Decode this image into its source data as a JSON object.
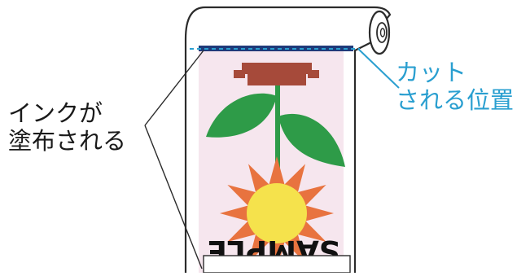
{
  "labels": {
    "ink_applied": [
      "インクが",
      "塗布される"
    ],
    "cut_position": [
      "カット",
      "される位置"
    ]
  },
  "sample_text": "SAMPLE",
  "colors": {
    "cut_line": "#2a9fd0",
    "ink_area": "#f6e6ee",
    "pot": "#a64a3a",
    "leaf": "#2e9b48",
    "petal": "#e8733f",
    "flower_center": "#f5e24c",
    "outline": "#2b2b2b",
    "ink_band": "#1f3a7a"
  }
}
